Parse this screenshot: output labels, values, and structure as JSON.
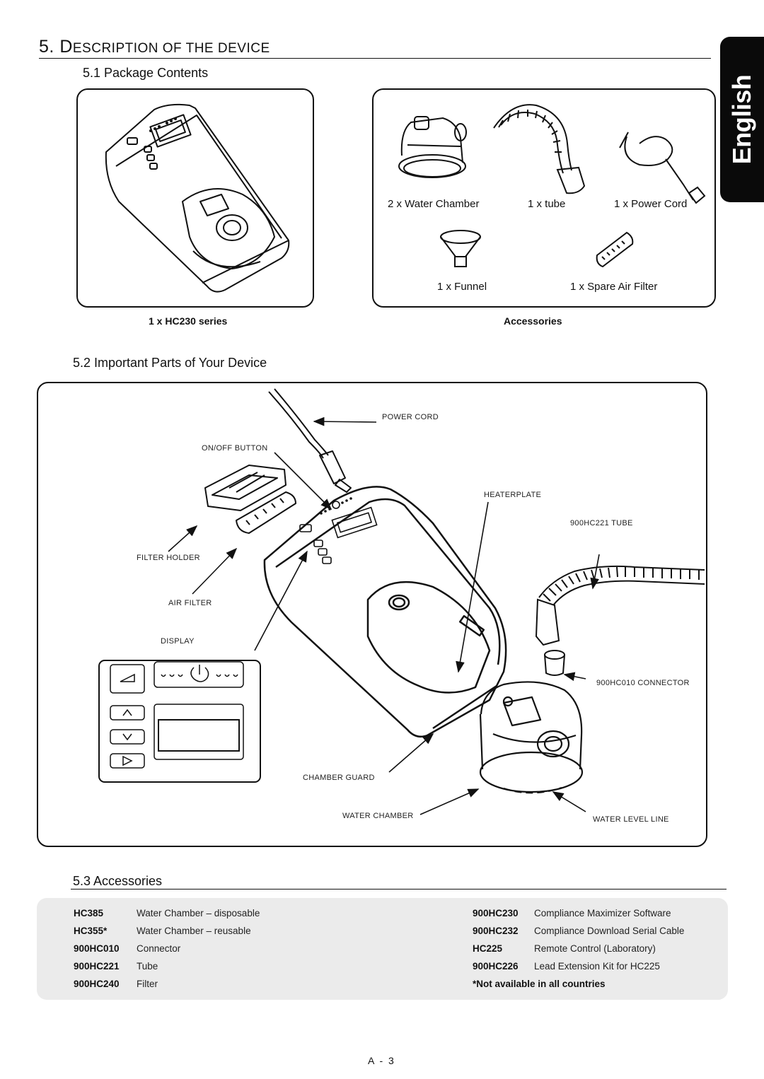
{
  "header": {
    "section_number": "5.",
    "section_initial": "D",
    "section_rest": "ESCRIPTION OF THE DEVICE",
    "language_tab": "English"
  },
  "package_contents": {
    "title": "5.1 Package Contents",
    "device_caption": "1 x HC230 series",
    "accessories_caption": "Accessories",
    "items": {
      "water_chamber": "2 x Water Chamber",
      "tube": "1 x tube",
      "power_cord": "1 x Power Cord",
      "funnel": "1 x Funnel",
      "spare_filter": "1 x Spare Air Filter"
    }
  },
  "important_parts": {
    "title": "5.2 Important Parts of Your Device",
    "labels": {
      "power_cord": "POWER CORD",
      "on_off_button": "ON/OFF BUTTON",
      "heaterplate": "HEATERPLATE",
      "tube": "900HC221 TUBE",
      "filter_holder": "FILTER HOLDER",
      "air_filter": "AIR FILTER",
      "display": "DISPLAY",
      "connector": "900HC010 CONNECTOR",
      "chamber_guard": "CHAMBER GUARD",
      "water_chamber": "WATER CHAMBER",
      "water_level_line": "WATER LEVEL LINE"
    }
  },
  "accessories": {
    "title": "5.3 Accessories",
    "left": [
      {
        "code": "HC385",
        "desc": "Water Chamber – disposable"
      },
      {
        "code": "HC355*",
        "desc": "Water Chamber – reusable"
      },
      {
        "code": "900HC010",
        "desc": "Connector"
      },
      {
        "code": "900HC221",
        "desc": "Tube"
      },
      {
        "code": "900HC240",
        "desc": "Filter"
      }
    ],
    "right": [
      {
        "code": "900HC230",
        "desc": "Compliance Maximizer Software"
      },
      {
        "code": "900HC232",
        "desc": "Compliance Download Serial Cable"
      },
      {
        "code": "HC225",
        "desc": "Remote Control (Laboratory)"
      },
      {
        "code": "900HC226",
        "desc": "Lead Extension Kit for HC225"
      }
    ],
    "footnote": "*Not available in all countries"
  },
  "footer": {
    "page_number": "A - 3"
  }
}
